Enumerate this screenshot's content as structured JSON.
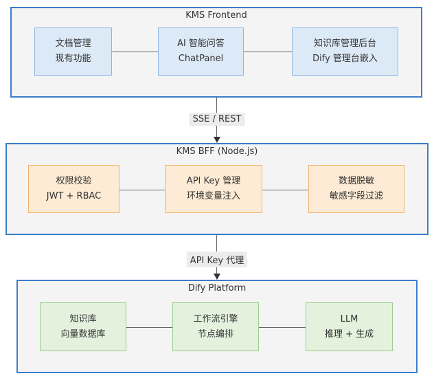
{
  "groups": {
    "frontend": {
      "title": "KMS Frontend",
      "nodes": [
        {
          "line1": "文档管理",
          "line2": "现有功能"
        },
        {
          "line1": "AI 智能问答",
          "line2": "ChatPanel"
        },
        {
          "line1": "知识库管理后台",
          "line2": "Dify 管理台嵌入"
        }
      ]
    },
    "bff": {
      "title": "KMS BFF (Node.js)",
      "nodes": [
        {
          "line1": "权限校验",
          "line2": "JWT + RBAC"
        },
        {
          "line1": "API Key 管理",
          "line2": "环境变量注入"
        },
        {
          "line1": "数据脱敏",
          "line2": "敏感字段过滤"
        }
      ]
    },
    "dify": {
      "title": "Dify Platform",
      "nodes": [
        {
          "line1": "知识库",
          "line2": "向量数据库"
        },
        {
          "line1": "工作流引擎",
          "line2": "节点编排"
        },
        {
          "line1": "LLM",
          "line2": "推理 + 生成"
        }
      ]
    }
  },
  "edges": {
    "frontend_to_bff": "SSE / REST",
    "bff_to_dify": "API Key 代理"
  },
  "colors": {
    "group_border": "#3a7dc9",
    "blue_fill": "#dce9f7",
    "orange_fill": "#fdebd5",
    "green_fill": "#e3f1dd"
  }
}
